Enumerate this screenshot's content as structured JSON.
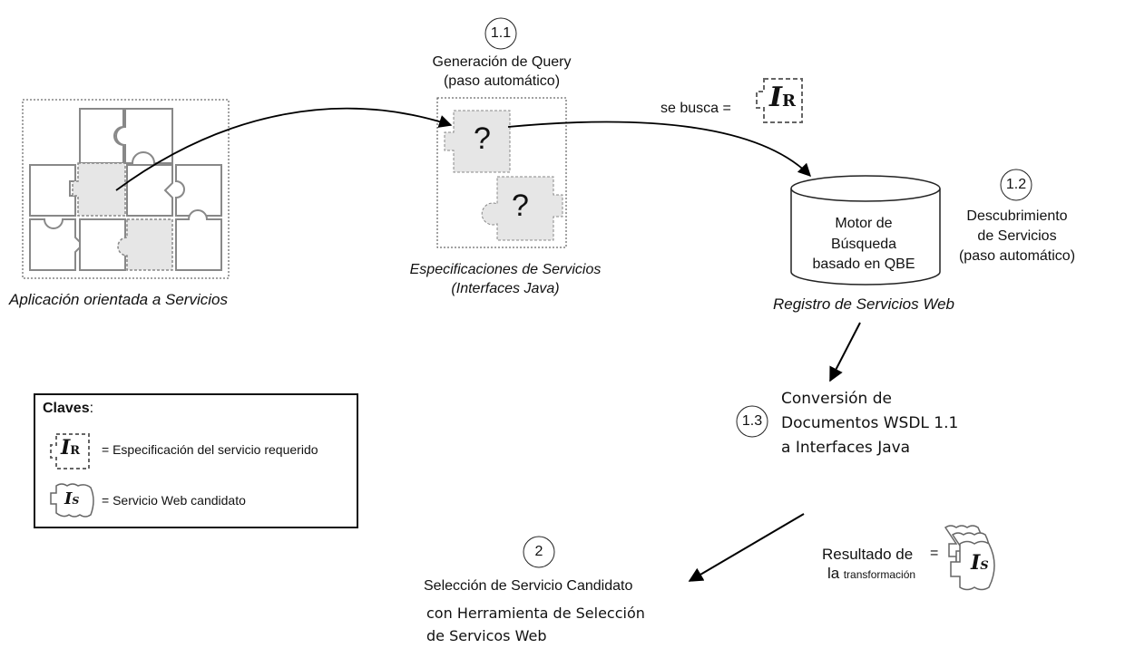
{
  "steps": {
    "s1_1": {
      "number": "1.1",
      "title": "Generación de Query",
      "subtitle": "(paso automático)"
    },
    "s1_2": {
      "number": "1.2",
      "title": "Descubrimiento",
      "line2": "de Servicios",
      "subtitle": "(paso automático)"
    },
    "s1_3": {
      "number": "1.3",
      "line1": "Conversión de",
      "line2": "Documentos WSDL 1.1",
      "line3": "a Interfaces Java"
    },
    "s2": {
      "number": "2",
      "title": "Selección de Servicio Candidato",
      "line2": "con Herramienta de Selección",
      "line3": "de Servicos Web"
    }
  },
  "captions": {
    "app": "Aplicación orientada a Servicios",
    "specs_line1": "Especificaciones de Servicios",
    "specs_line2": "(Interfaces Java)",
    "registry": "Registro de Servicios Web"
  },
  "engine": {
    "line1": "Motor de",
    "line2": "Búsqueda",
    "line3": "basado en QBE"
  },
  "search": {
    "label": "se busca  ="
  },
  "result": {
    "line1": "Resultado de",
    "line2_main": "la",
    "line2_small": "transformación",
    "eq": "="
  },
  "puzzle": {
    "question_mark": "?"
  },
  "symbols": {
    "ir_main": "I",
    "ir_sub": "R",
    "is_main": "I",
    "is_sub": "S"
  },
  "legend": {
    "title": "Claves",
    "title_colon": ":",
    "ir_text": "= Especificación del servicio requerido",
    "is_text": "= Servicio Web candidato"
  },
  "colors": {
    "line": "#000000",
    "piece_stroke": "#888888",
    "piece_fill": "#e6e6e6"
  }
}
